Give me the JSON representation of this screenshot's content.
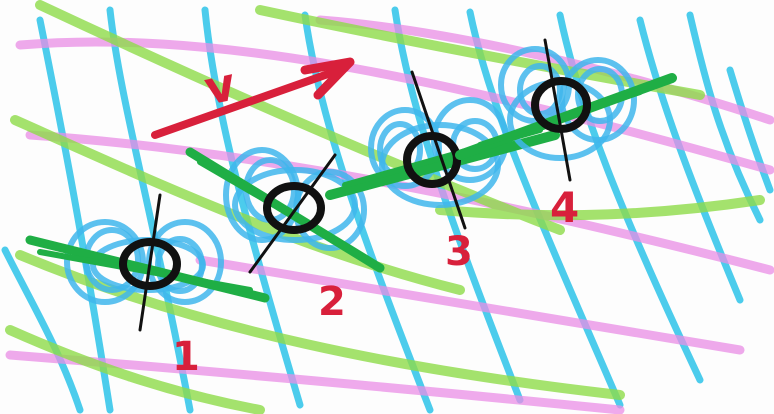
{
  "colors": {
    "background": "#fdfdfd",
    "cyan_marker": "#2ec4ea",
    "pink_marker": "#e98ee6",
    "light_green_marker": "#8fdc4a",
    "dark_green_marker": "#1fae45",
    "loop_blue": "#3fb6ec",
    "black_marker": "#111111",
    "red_marker": "#d8203b"
  },
  "labels": {
    "velocity": "v",
    "particle_1": "1",
    "particle_2": "2",
    "particle_3": "3",
    "particle_4": "4"
  }
}
